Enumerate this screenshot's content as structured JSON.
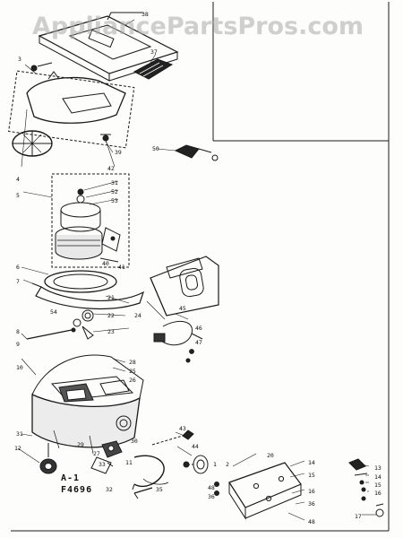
{
  "watermark": "AppliancePartsPros.com",
  "view_label": "A-1",
  "drawing_number": "F4696",
  "callouts": {
    "n1": "1",
    "n2": "2",
    "n3": "3",
    "n4": "4",
    "n5": "5",
    "n6": "6",
    "n7": "7",
    "n8": "8",
    "n9": "9",
    "n10": "10",
    "n11": "11",
    "n12": "12",
    "n13": "13",
    "n14": "14",
    "n15": "15",
    "n16": "16",
    "n17": "17",
    "n20": "20",
    "n21": "21",
    "n22": "22",
    "n23": "23",
    "n24": "24",
    "n25": "25",
    "n26": "26",
    "n27": "27",
    "n28": "28",
    "n29": "29",
    "n30": "30",
    "n31": "31",
    "n32": "32",
    "n33": "33",
    "n35": "35",
    "n36": "36",
    "n37": "37",
    "n38": "38",
    "n39": "39",
    "n40": "40",
    "n41": "41",
    "n42": "42",
    "n43": "43",
    "n44": "44",
    "n45": "45",
    "n46": "46",
    "n47": "47",
    "n48": "48",
    "n50": "50",
    "n52": "52",
    "n53": "53",
    "n54": "54"
  }
}
